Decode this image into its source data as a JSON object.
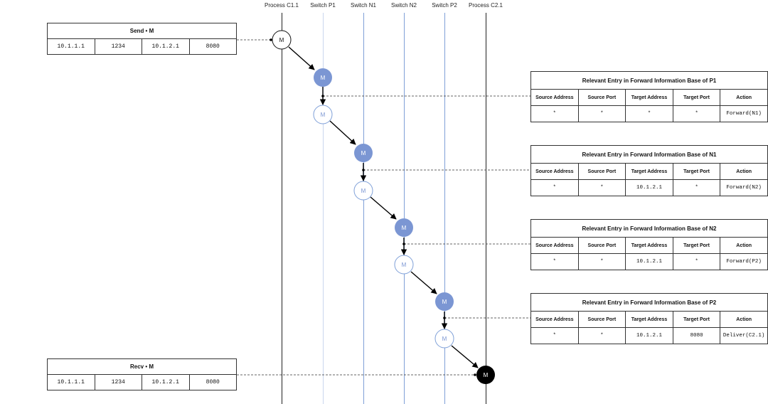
{
  "lanes": [
    "Process C1.1",
    "Switch P1",
    "Switch N1",
    "Switch N2",
    "Switch P2",
    "Process C2.1"
  ],
  "node_label": "M",
  "send_box": {
    "title": "Send • M",
    "fields": [
      "10.1.1.1",
      "1234",
      "10.1.2.1",
      "8080"
    ]
  },
  "recv_box": {
    "title": "Recv • M",
    "fields": [
      "10.1.1.1",
      "1234",
      "10.1.2.1",
      "8080"
    ]
  },
  "fib_headers": [
    "Source Address",
    "Source Port",
    "Target Address",
    "Target Port",
    "Action"
  ],
  "fibs": [
    {
      "title": "Relevant Entry in Forward Information Base of P1",
      "row": [
        "*",
        "*",
        "*",
        "*",
        "Forward(N1)"
      ]
    },
    {
      "title": "Relevant Entry in Forward Information Base of N1",
      "row": [
        "*",
        "*",
        "10.1.2.1",
        "*",
        "Forward(N2)"
      ]
    },
    {
      "title": "Relevant Entry in Forward Information Base of N2",
      "row": [
        "*",
        "*",
        "10.1.2.1",
        "*",
        "Forward(P2)"
      ]
    },
    {
      "title": "Relevant Entry in Forward Information Base of P2",
      "row": [
        "*",
        "*",
        "10.1.2.1",
        "8080",
        "Deliver(C2.1)"
      ]
    }
  ],
  "colors": {
    "node_fill": "#7b96d3",
    "node_outline": "#7fa0d8",
    "final_node": "#000000",
    "lane_blue": "#7fa0d8"
  }
}
